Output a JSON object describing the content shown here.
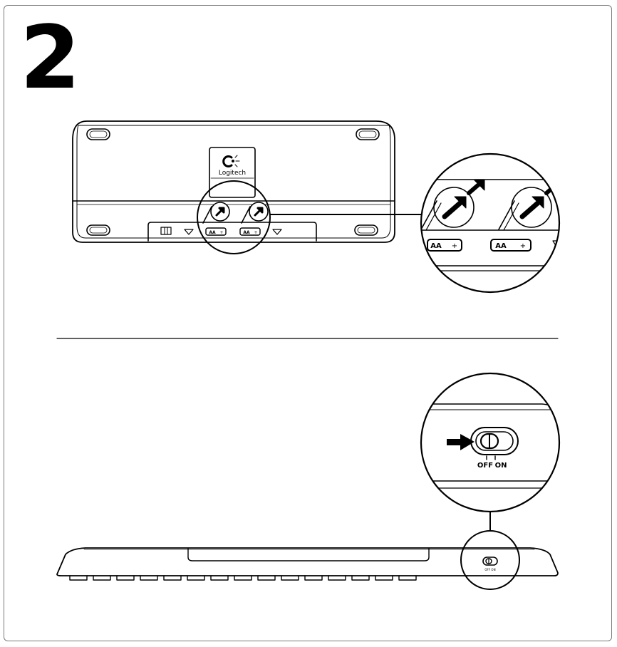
{
  "step": {
    "number": "2"
  },
  "battery_labels": {
    "small": "AA",
    "zoom": "AA"
  },
  "logo": {
    "text": "Logitech"
  },
  "switch": {
    "off_label": "OFF",
    "on_label": "ON",
    "small_label": "OFF ON"
  },
  "colors": {
    "ink": "#000000",
    "frame": "#7a7a7a",
    "background": "#ffffff"
  }
}
